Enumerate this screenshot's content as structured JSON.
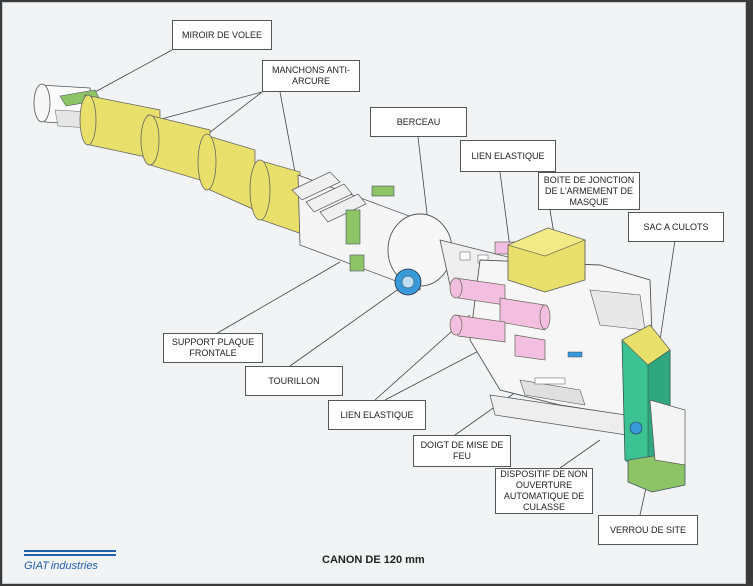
{
  "diagram": {
    "caption": "CANON DE 120 mm",
    "labels": {
      "miroir": "MIROIR DE VOLEE",
      "manchons": "MANCHONS ANTI-ARCURE",
      "berceau": "BERCEAU",
      "lien1": "LIEN ELASTIQUE",
      "boite": "BOITE DE JONCTION DE L'ARMEMENT DE MASQUE",
      "sac": "SAC A CULOTS",
      "support": "SUPPORT PLAQUE FRONTALE",
      "tourillon": "TOURILLON",
      "lien2": "LIEN ELASTIQUE",
      "doigt": "DOIGT DE MISE DE FEU",
      "dispositif": "DISPOSITIF DE NON OUVERTURE AUTOMATIQUE DE CULASSE",
      "verrou": "VERROU DE SITE"
    },
    "logo": {
      "name": "GIAT",
      "suffix": "industries"
    },
    "colors": {
      "yellow": "#e8e06a",
      "green": "#8cc466",
      "teal": "#3cc394",
      "pink": "#f2bfe0",
      "blue": "#3a9ad9",
      "logo_blue": "#1f5fa8"
    }
  }
}
